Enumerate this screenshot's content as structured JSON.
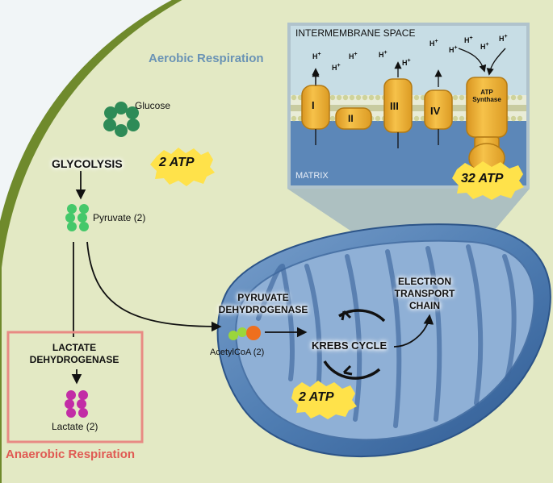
{
  "sections": {
    "aerobic": "Aerobic Respiration",
    "anaerobic": "Anaerobic Respiration"
  },
  "inset": {
    "top_label": "INTERMEMBRANE SPACE",
    "bottom_label": "MATRIX",
    "proton": "H",
    "proton_charge": "+",
    "complexes": [
      "I",
      "II",
      "III",
      "IV"
    ],
    "synthase_line1": "ATP",
    "synthase_line2": "Synthase"
  },
  "molecules": {
    "glucose": "Glucose",
    "pyruvate": "Pyruvate (2)",
    "acetylcoa": "AcetylCoA (2)",
    "lactate": "Lactate (2)"
  },
  "processes": {
    "glycolysis": "GLYCOLYSIS",
    "pyruvate_dh_line1": "PYRUVATE",
    "pyruvate_dh_line2": "DEHYDROGENASE",
    "krebs": "KREBS CYCLE",
    "etc_line1": "ELECTRON",
    "etc_line2": "TRANSPORT",
    "etc_line3": "CHAIN",
    "lactate_dh_line1": "LACTATE",
    "lactate_dh_line2": "DEHYDROGENASE"
  },
  "atp": {
    "glycolysis": "2 ATP",
    "krebs": "2 ATP",
    "etc": "32 ATP"
  },
  "colors": {
    "cytoplasm": "#e3e9c4",
    "cell_membrane": "#6f8a2c",
    "mitochondrion": "#4d79ad",
    "inset_top": "#c7dde5",
    "inset_bottom": "#5c87b8",
    "protein": "#f2b536",
    "atp_burst": "#ffe24a",
    "glucose": "#2e8b57",
    "pyruvate": "#45c86a",
    "lactate": "#c22da6",
    "anaerobic_box": "#e88a84",
    "aerobic_text": "#6a93b5",
    "anaerobic_text": "#e05a53"
  }
}
